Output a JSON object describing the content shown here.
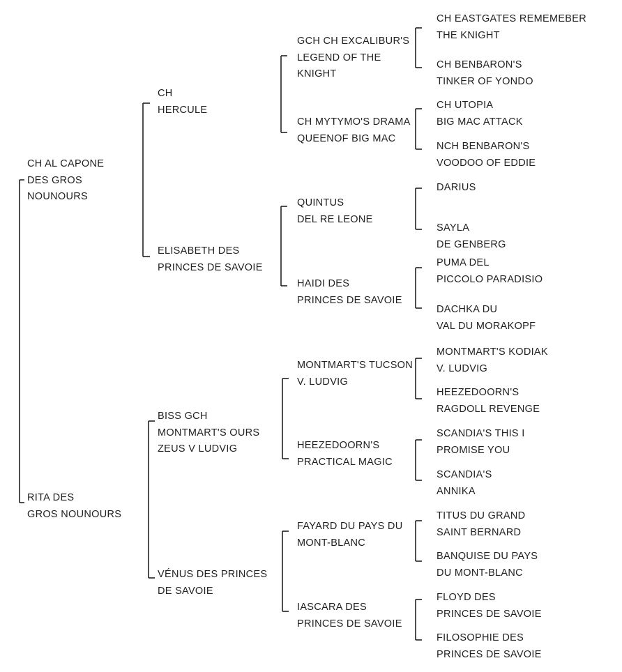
{
  "pedigree": {
    "subject": [
      "CH AL CAPONE",
      "DES GROS",
      "NOUNOURS"
    ],
    "sire": {
      "name": [
        "CH",
        "HERCULE"
      ],
      "sire": {
        "name": [
          "GCH CH EXCALIBUR'S",
          "LEGEND OF THE",
          "KNIGHT"
        ],
        "sire": [
          "CH EASTGATES REMEMEBER",
          "THE KNIGHT"
        ],
        "dam": [
          "CH BENBARON'S",
          "TINKER OF YONDO"
        ]
      },
      "dam": {
        "name": [
          "CH MYTYMO'S DRAMA",
          "QUEENOF BIG MAC"
        ],
        "sire": [
          "CH UTOPIA",
          "BIG MAC ATTACK"
        ],
        "dam": [
          "NCH BENBARON'S",
          "VOODOO OF EDDIE"
        ]
      }
    },
    "dam": {
      "name": [
        "ELISABETH DES",
        "PRINCES DE SAVOIE"
      ],
      "sire": {
        "name": [
          "QUINTUS",
          "DEL RE LEONE"
        ],
        "sire": [
          "DARIUS"
        ],
        "dam": [
          "SAYLA",
          "DE GENBERG"
        ]
      },
      "dam": {
        "name": [
          "HAIDI DES",
          "PRINCES DE SAVOIE"
        ],
        "sire": [
          "PUMA DEL",
          "PICCOLO PARADISIO"
        ],
        "dam": [
          "DACHKA DU",
          "VAL DU MORAKOPF"
        ]
      }
    }
  },
  "pedigree_dam": {
    "subject": [
      "RITA DES",
      "GROS NOUNOURS"
    ],
    "sire": {
      "name": [
        "BISS GCH",
        "MONTMART'S OURS",
        "ZEUS V LUDVIG"
      ],
      "sire": {
        "name": [
          "MONTMART'S TUCSON",
          "V. LUDVIG"
        ],
        "sire": [
          "MONTMART'S KODIAK",
          "V. LUDVIG"
        ],
        "dam": [
          "HEEZEDOORN'S",
          "RAGDOLL REVENGE"
        ]
      },
      "dam": {
        "name": [
          "HEEZEDOORN'S",
          "PRACTICAL MAGIC"
        ],
        "sire": [
          "SCANDIA'S THIS I",
          "PROMISE YOU"
        ],
        "dam": [
          "SCANDIA'S",
          "ANNIKA"
        ]
      }
    },
    "dam": {
      "name": [
        "VÉNUS DES PRINCES",
        "DE SAVOIE"
      ],
      "sire": {
        "name": [
          "FAYARD DU PAYS DU",
          "MONT-BLANC"
        ],
        "sire": [
          "TITUS DU GRAND",
          "SAINT BERNARD"
        ],
        "dam": [
          "BANQUISE DU PAYS",
          "DU MONT-BLANC"
        ]
      },
      "dam": {
        "name": [
          "IASCARA DES",
          "PRINCES DE SAVOIE"
        ],
        "sire": [
          "FLOYD DES",
          "PRINCES DE SAVOIE"
        ],
        "dam": [
          "FILOSOPHIE DES",
          "PRINCES DE SAVOIE"
        ]
      }
    }
  }
}
